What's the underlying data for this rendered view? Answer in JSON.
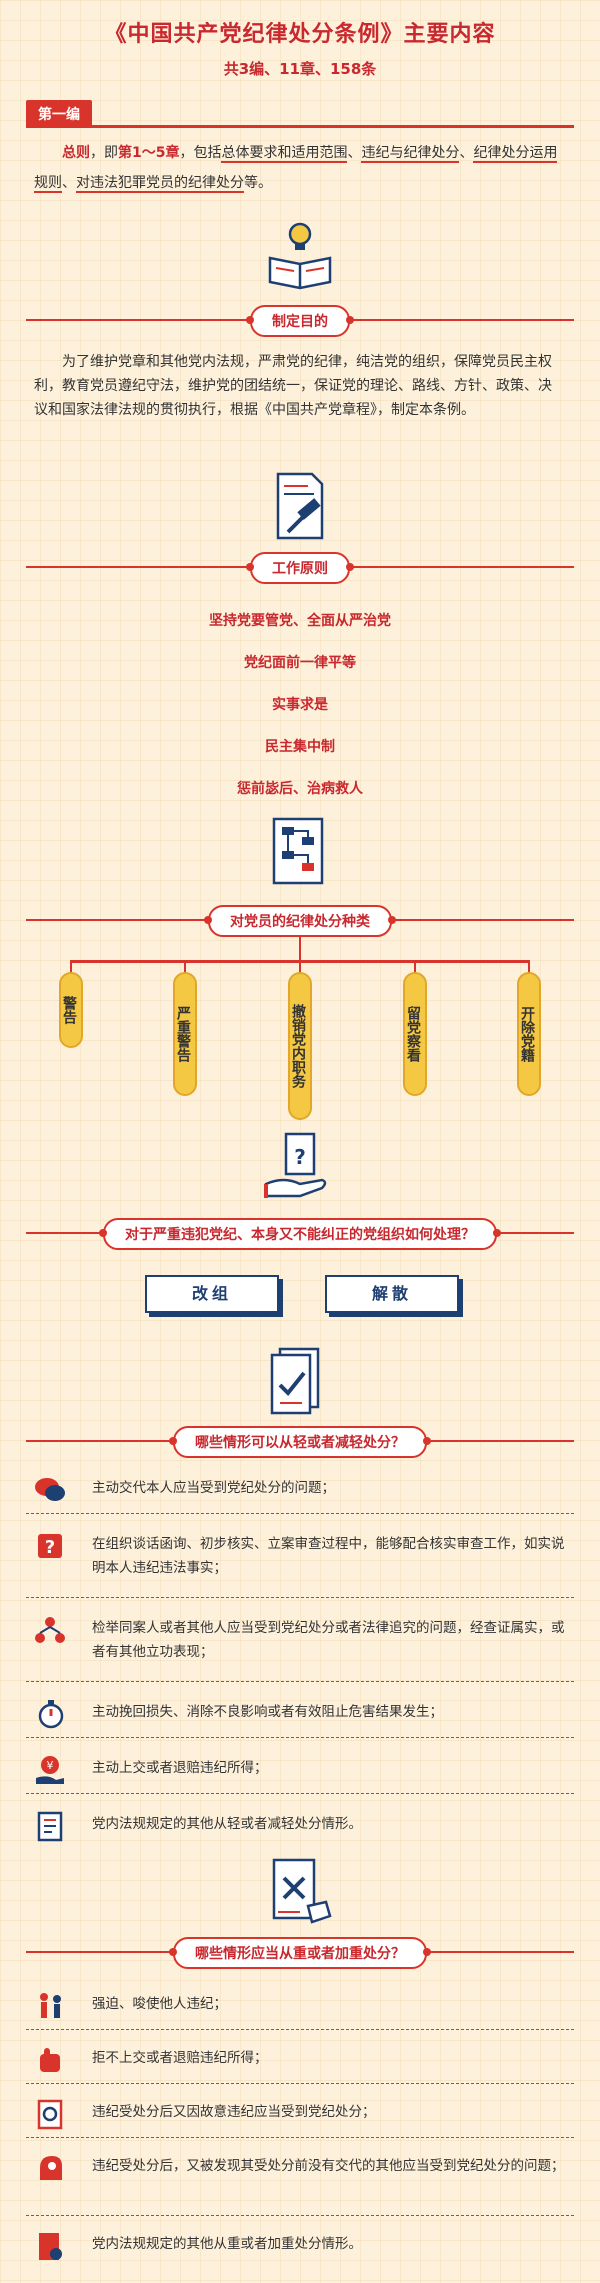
{
  "title": "《中国共产党纪律处分条例》主要内容",
  "subtitle": "共3编、11章、158条",
  "part1": {
    "tag": "第一编",
    "intro_bold1": "总则",
    "intro_t1": "，即",
    "intro_bold2": "第1～5章",
    "intro_t2": "，包括",
    "intro_u1": "总体要求和适用范围",
    "intro_t3": "、",
    "intro_u2": "违纪与纪律处分",
    "intro_t4": "、",
    "intro_u3": "纪律处分运用规则",
    "intro_t5": "、",
    "intro_u4": "对违法犯罪党员的纪律处分",
    "intro_t6": "等。"
  },
  "purpose": {
    "header": "制定目的",
    "text": "为了维护党章和其他党内法规，严肃党的纪律，纯洁党的组织，保障党员民主权利，教育党员遵纪守法，维护党的团结统一，保证党的理论、路线、方针、政策、决议和国家法律法规的贯彻执行，根据《中国共产党章程》，制定本条例。"
  },
  "principles": {
    "header": "工作原则",
    "items": [
      "坚持党要管党、全面从严治党",
      "党纪面前一律平等",
      "实事求是",
      "民主集中制",
      "惩前毖后、治病救人"
    ]
  },
  "punishments": {
    "header": "对党员的纪律处分种类",
    "items": [
      "警告",
      "严重警告",
      "撤销党内职务",
      "留党察看",
      "开除党籍"
    ]
  },
  "serious": {
    "header": "对于严重违犯党纪、本身又不能纠正的党组织如何处理？",
    "buttons": [
      "改组",
      "解散"
    ]
  },
  "lighter": {
    "header": "哪些情形可以从轻或者减轻处分？",
    "items": [
      "主动交代本人应当受到党纪处分的问题；",
      "在组织谈话函询、初步核实、立案审查过程中，能够配合核实审查工作，如实说明本人违纪违法事实；",
      "检举同案人或者其他人应当受到党纪处分或者法律追究的问题，经查证属实，或者有其他立功表现；",
      "主动挽回损失、消除不良影响或者有效阻止危害结果发生；",
      "主动上交或者退赔违纪所得；",
      "党内法规规定的其他从轻或者减轻处分情形。"
    ]
  },
  "heavier": {
    "header": "哪些情形应当从重或者加重处分？",
    "items": [
      "强迫、唆使他人违纪；",
      "拒不上交或者退赔违纪所得；",
      "违纪受处分后又因故意违纪应当受到党纪处分；",
      "违纪受处分后，又被发现其受处分前没有交代的其他应当受到党纪处分的问题；",
      "党内法规规定的其他从重或者加重处分情形。"
    ]
  },
  "colors": {
    "red": "#d9342b",
    "navy": "#1e3f72",
    "yellow": "#f4c843",
    "bg": "#fdf1dc"
  }
}
